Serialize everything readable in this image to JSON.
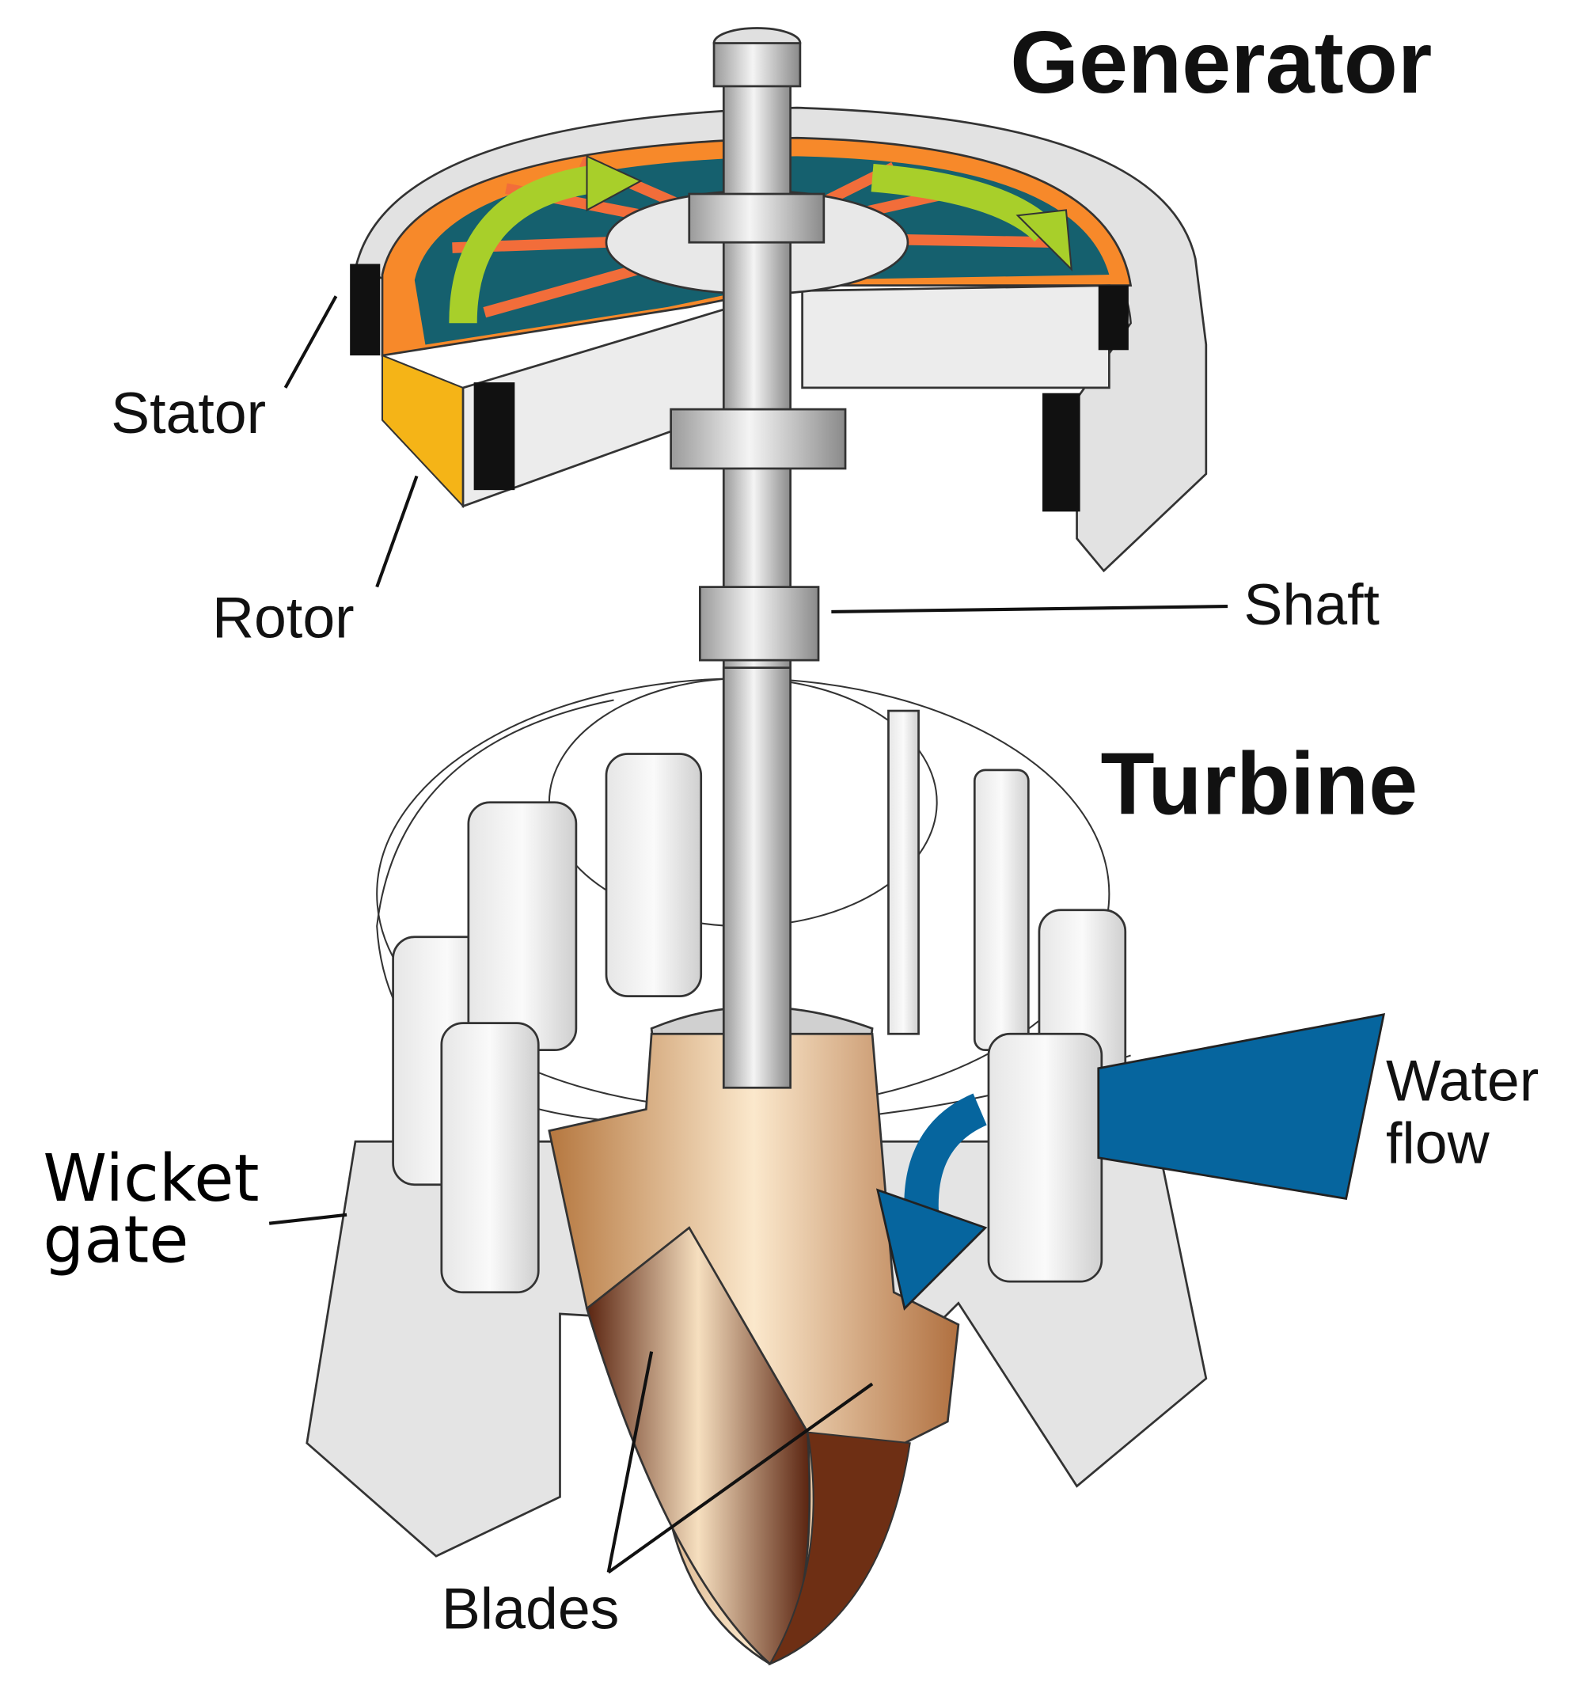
{
  "title_generator": "Generator",
  "title_turbine": "Turbine",
  "labels": {
    "stator": "Stator",
    "rotor": "Rotor",
    "shaft": "Shaft",
    "water_flow_line1": "Water",
    "water_flow_line2": "flow",
    "wicket_gate_line1": "Wicket",
    "wicket_gate_line2": "gate",
    "blades": "Blades"
  },
  "colors": {
    "rotor_orange": "#f7892a",
    "rotor_teal": "#15606e",
    "rotation_arrow": "#a8cf2a",
    "water": "#06659e",
    "runner_bronze": "#c58a52",
    "metal": "#d9d9d9"
  }
}
